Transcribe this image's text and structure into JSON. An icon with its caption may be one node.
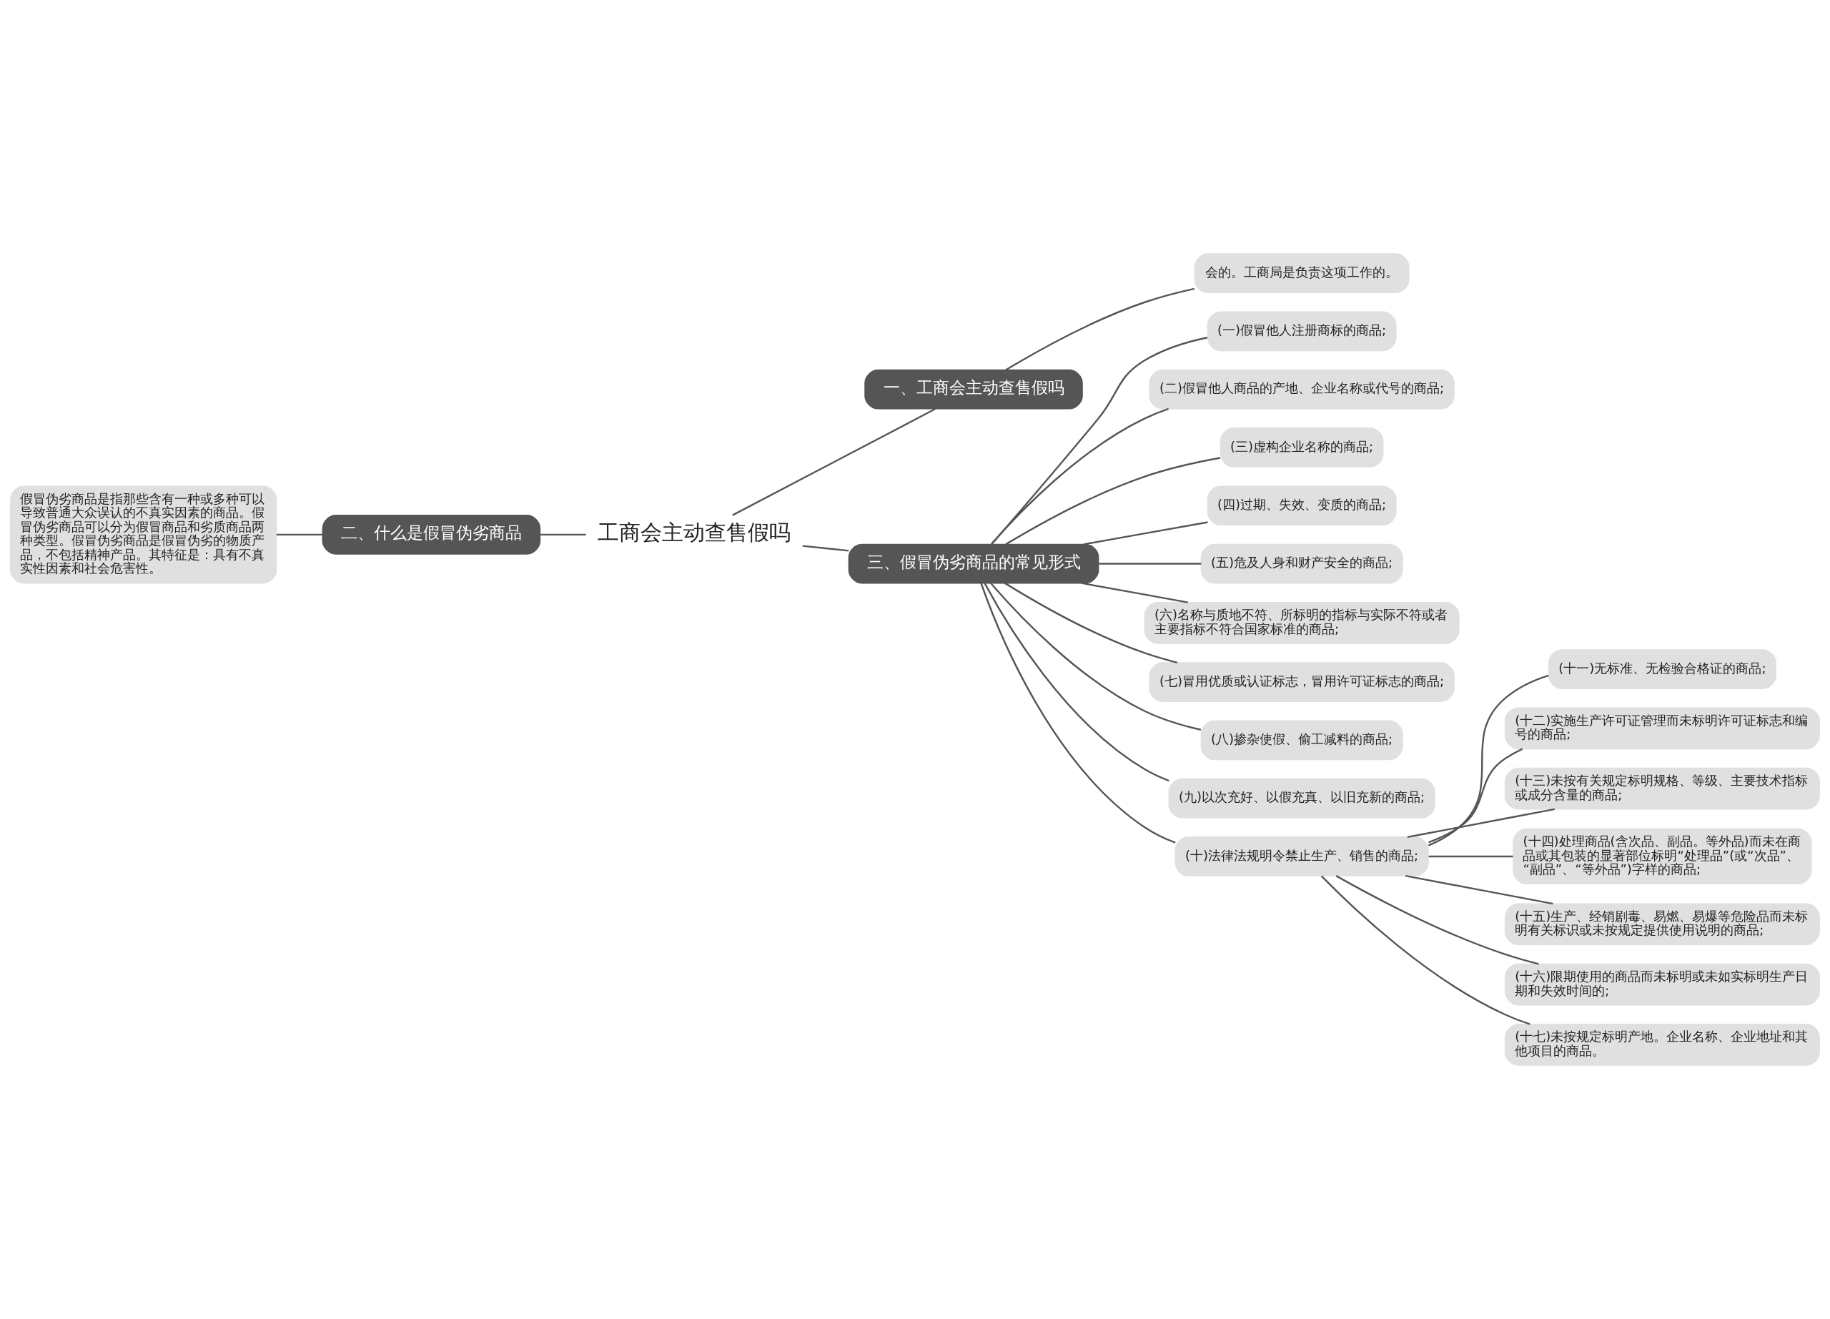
{
  "diagram": {
    "nodes": [
      {
        "text": [
          "工商会主动查售假吗"
        ]
      },
      {
        "text": [
          "一、工商会主动查售假吗"
        ]
      },
      {
        "text": [
          "会的。工商局是负责这项工作的。"
        ]
      },
      {
        "text": [
          "二、什么是假冒伪劣商品"
        ]
      },
      {
        "text": [
          "假冒伪劣商品是指那些含有一种或多种可以导致普通大众误认的不真实因素的商品。假冒伪劣商品可以分为假冒商品和劣质商品两种类型。假冒伪劣商品是假冒伪劣的物质产品，不包括精神产品。其特征是：具有不真实性因素和社会危害性。"
        ]
      },
      {
        "text": [
          "三、假冒伪劣商品的常见形式"
        ]
      },
      {
        "text": [
          "(一)假冒他人注册商标的商品;"
        ]
      },
      {
        "text": [
          "(二)假冒他人商品的产地、企业名称或代号的商品;"
        ]
      },
      {
        "text": [
          "(三)虚构企业名称的商品;"
        ]
      },
      {
        "text": [
          "(四)过期、失效、变质的商品;"
        ]
      },
      {
        "text": [
          "(五)危及人身和财产安全的商品;"
        ]
      },
      {
        "text": [
          "(六)名称与质地不符、所标明的指标与实际不符或者主要指标不符合国家标准的商品;"
        ]
      },
      {
        "text": [
          "(七)冒用优质或认证标志，冒用许可证标志的商品;"
        ]
      },
      {
        "text": [
          "(八)掺杂使假、偷工减料的商品;"
        ]
      },
      {
        "text": [
          "(九)以次充好、以假充真、以旧充新的商品;"
        ]
      },
      {
        "text": [
          "(十)法律法规明令禁止生产、销售的商品;"
        ]
      },
      {
        "text": [
          "(十一)无标准、无检验合格证的商品;"
        ]
      },
      {
        "text": [
          "(十二)实施生产许可证管理而未标明许可证标志和编号的商品;"
        ]
      },
      {
        "text": [
          "(十三)未按有关规定标明规格、等级、主要技术指标或成分含量的商品;"
        ]
      },
      {
        "text": [
          "(十四)处理商品(含次品、副品。等外品)而未在商品或其包装的显著部位标明“处理品”(或“次品”、“副品”、“等外品”)字样的商品;"
        ]
      },
      {
        "text": [
          "(十五)生产、经销剧毒、易燃、易爆等危险品而未标明有关标识或未按规定提供使用说明的商品;"
        ]
      },
      {
        "text": [
          "(十六)限期使用的商品而未标明或未如实标明生产日期和失效时间的;"
        ]
      },
      {
        "text": [
          "(十七)未按规定标明产地。企业名称、企业地址和其他项目的商品。"
        ]
      }
    ],
    "edges": [
      {
        "from": 0,
        "to": 1,
        "arrow": "none"
      },
      {
        "from": 1,
        "to": 2,
        "arrow": "none"
      },
      {
        "from": 0,
        "to": 3,
        "arrow": "none"
      },
      {
        "from": 3,
        "to": 4,
        "arrow": "none"
      },
      {
        "from": 0,
        "to": 5,
        "arrow": "none"
      },
      {
        "from": 5,
        "to": 6,
        "arrow": "none"
      },
      {
        "from": 5,
        "to": 7,
        "arrow": "none"
      },
      {
        "from": 5,
        "to": 8,
        "arrow": "none"
      },
      {
        "from": 5,
        "to": 9,
        "arrow": "none"
      },
      {
        "from": 5,
        "to": 10,
        "arrow": "none"
      },
      {
        "from": 5,
        "to": 11,
        "arrow": "none"
      },
      {
        "from": 5,
        "to": 12,
        "arrow": "none"
      },
      {
        "from": 5,
        "to": 13,
        "arrow": "none"
      },
      {
        "from": 5,
        "to": 14,
        "arrow": "none"
      },
      {
        "from": 5,
        "to": 15,
        "arrow": "none"
      },
      {
        "from": 15,
        "to": 16,
        "arrow": "none"
      },
      {
        "from": 15,
        "to": 17,
        "arrow": "none"
      },
      {
        "from": 15,
        "to": 18,
        "arrow": "none"
      },
      {
        "from": 15,
        "to": 19,
        "arrow": "none"
      },
      {
        "from": 15,
        "to": 20,
        "arrow": "none"
      },
      {
        "from": 15,
        "to": 21,
        "arrow": "none"
      },
      {
        "from": 15,
        "to": 22,
        "arrow": "none"
      }
    ]
  }
}
